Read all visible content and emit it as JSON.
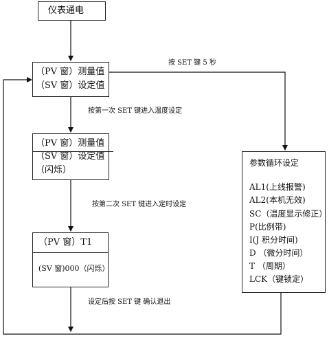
{
  "power_on": {
    "label": "仪表通电"
  },
  "set_5s_label": "按 SET 键 5 秒",
  "main_box": {
    "line1": "（PV 窗）测量值",
    "line2": "（SV 窗）设定值"
  },
  "first_set_label": "按第一次 SET 键进入温度设定",
  "temp_box": {
    "line1": "（PV 窗）测量值",
    "line2": "（SV 窗）设定值",
    "line3": "（闪烁）"
  },
  "second_set_label": "按第二次 SET 键进入定时设定",
  "timer_box": {
    "line1": "（PV 窗）T1",
    "line2": "(SV 窗)000（闪烁）"
  },
  "confirm_label": "设定后按 SET 键  确认退出",
  "param_box": {
    "title": "参数循环设定",
    "items": [
      "AL1(上线报警)",
      "AL2(本机无效)",
      "SC（温度显示修正）",
      "P(比例带)",
      "I(J 积分时间)",
      "D （微分时间）",
      "T （周期）",
      "LCK（键锁定）"
    ]
  }
}
